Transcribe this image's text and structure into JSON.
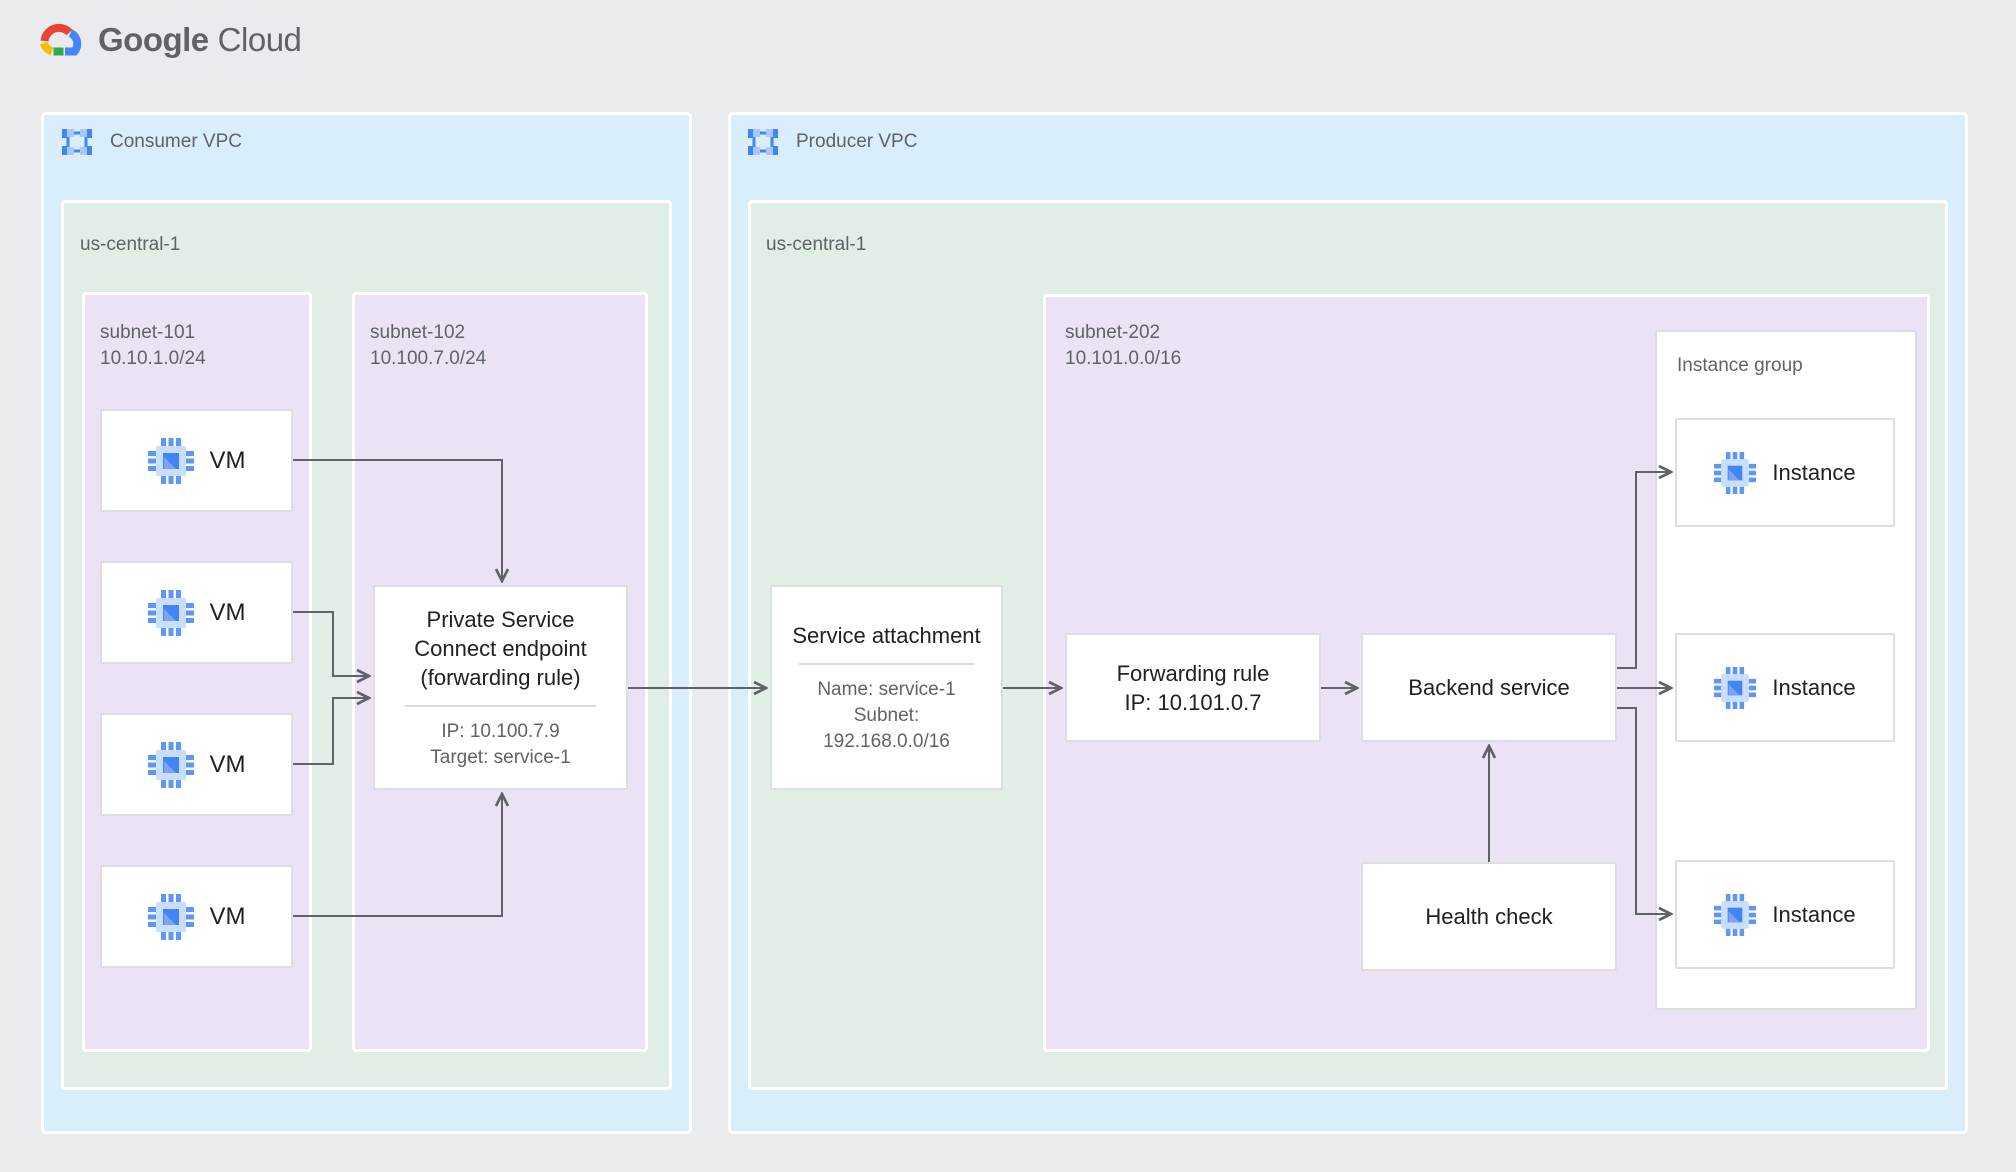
{
  "logo": {
    "google": "Google",
    "cloud": "Cloud"
  },
  "colors": {
    "page_bg": "#e9ebee",
    "vpc_fill": "#d9eefb",
    "region_fill": "#e1eee6",
    "subnet_fill": "#ebe3f5",
    "node_border": "#dcdee3",
    "arrow": "#5f6368",
    "text_dark": "#202124",
    "text_gray": "#5f6368",
    "icon_blue": "#4285f4",
    "icon_blue_light": "#a8c7fa",
    "logo_red": "#ea4335",
    "logo_yellow": "#fbbc05",
    "logo_green": "#34a853",
    "logo_blue": "#4285f4"
  },
  "consumer_vpc": {
    "label": "Consumer VPC",
    "region": {
      "label": "us-central-1",
      "subnet101": {
        "name": "subnet-101",
        "cidr": "10.10.1.0/24",
        "vms": [
          "VM",
          "VM",
          "VM",
          "VM"
        ]
      },
      "subnet102": {
        "name": "subnet-102",
        "cidr": "10.100.7.0/24",
        "psc_endpoint": {
          "title_lines": [
            "Private Service",
            "Connect endpoint",
            "(forwarding rule)"
          ],
          "sub_lines": [
            "IP: 10.100.7.9",
            "Target: service-1"
          ]
        }
      }
    }
  },
  "producer_vpc": {
    "label": "Producer VPC",
    "region": {
      "label": "us-central-1",
      "service_attachment": {
        "title": "Service attachment",
        "sub_lines": [
          "Name: service-1",
          "Subnet:",
          "192.168.0.0/16"
        ]
      },
      "subnet202": {
        "name": "subnet-202",
        "cidr": "10.101.0.0/16",
        "forwarding_rule": {
          "lines": [
            "Forwarding rule",
            "IP: 10.101.0.7"
          ]
        },
        "backend_service": {
          "title": "Backend service"
        },
        "health_check": {
          "title": "Health check"
        },
        "instance_group": {
          "label": "Instance group",
          "instances": [
            "Instance",
            "Instance",
            "Instance"
          ]
        }
      }
    }
  }
}
